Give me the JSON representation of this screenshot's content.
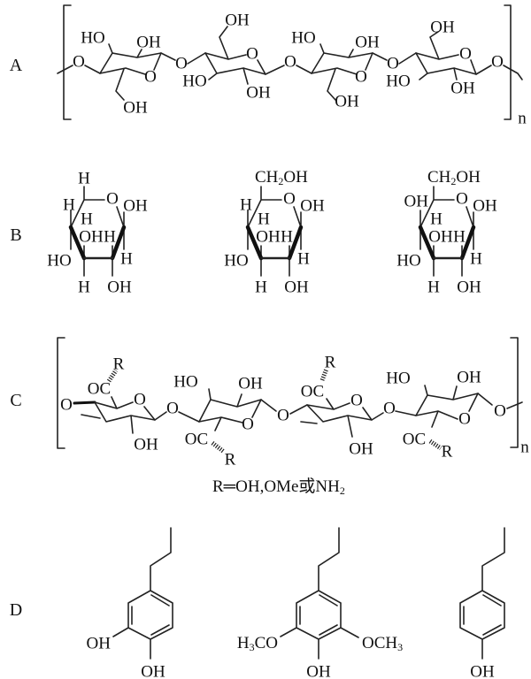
{
  "panel_a": {
    "label": "A",
    "repeat": "n",
    "atoms": [
      "O",
      "HO",
      "OH",
      "O",
      "OH",
      "O",
      "OH",
      "O",
      "HO",
      "OH",
      "O",
      "HO",
      "OH",
      "O",
      "OH",
      "O",
      "OH",
      "O",
      "HO",
      "OH",
      "O"
    ]
  },
  "panel_b": {
    "label": "B",
    "rings": [
      {
        "top": "H",
        "top_sub": "",
        "top_tail": "",
        "left": "H",
        "inner_h": "H",
        "c3_up": "OH",
        "c2_up": "H",
        "c4_down": "HO",
        "c1_down": "H",
        "c3_down": "H",
        "c2_down": "OH",
        "ring_o": "O",
        "c1_up": "OH"
      },
      {
        "top": "CH",
        "top_sub": "2",
        "top_tail": "OH",
        "left": "H",
        "inner_h": "H",
        "c3_up": "OH",
        "c2_up": "H",
        "c4_down": "HO",
        "c1_down": "H",
        "c3_down": "H",
        "c2_down": "OH",
        "ring_o": "O",
        "c1_up": "OH"
      },
      {
        "top": "CH",
        "top_sub": "2",
        "top_tail": "OH",
        "left": "OH",
        "inner_h": "H",
        "c3_up": "OH",
        "c2_up": "H",
        "c4_down": "HO",
        "c1_down": "H",
        "c3_down": "H",
        "c2_down": "OH",
        "ring_o": "O",
        "c1_up": "OH"
      }
    ]
  },
  "panel_c": {
    "label": "C",
    "repeat": "n",
    "atoms": [
      "O",
      "OC",
      "R",
      "O",
      "OH",
      "O",
      "HO",
      "OH",
      "O",
      "OC",
      "R",
      "O",
      "OC",
      "R",
      "O",
      "OH",
      "O",
      "HO",
      "OH",
      "O",
      "OC",
      "R",
      "O"
    ],
    "footnote": {
      "main": "R═OH,OMe或NH",
      "sub": "2"
    }
  },
  "panel_d": {
    "label": "D",
    "compounds": [
      {
        "left": "OH",
        "bottom": "OH"
      },
      {
        "left_h": "H",
        "left_sub": "3",
        "left_tail": "CO",
        "right_head": "OCH",
        "right_sub": "3",
        "bottom": "OH"
      },
      {
        "bottom": "OH"
      }
    ]
  }
}
